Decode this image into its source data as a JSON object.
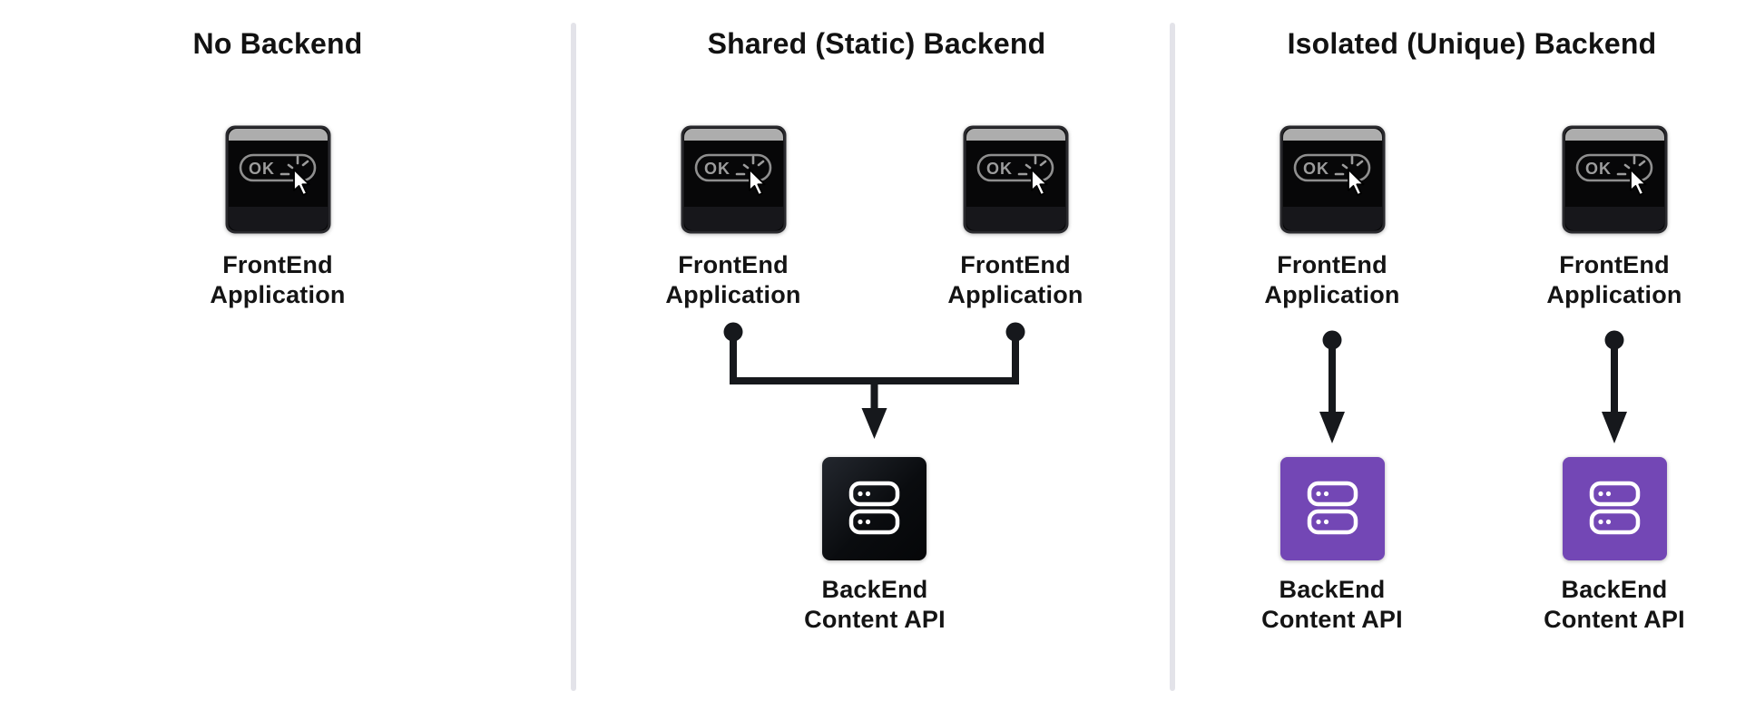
{
  "page": {
    "background": "#ffffff"
  },
  "frontend_button_label": "OK",
  "columns": [
    {
      "title": "No Backend",
      "frontends": [
        {
          "lines": [
            "FrontEnd",
            "Application"
          ]
        }
      ],
      "backends": []
    },
    {
      "title": "Shared (Static) Backend",
      "frontends": [
        {
          "lines": [
            "FrontEnd",
            "Application"
          ]
        },
        {
          "lines": [
            "FrontEnd",
            "Application"
          ]
        }
      ],
      "backends": [
        {
          "lines": [
            "BackEnd",
            "Content API"
          ],
          "color": "#0B0E11"
        }
      ]
    },
    {
      "title": "Isolated (Unique) Backend",
      "frontends": [
        {
          "lines": [
            "FrontEnd",
            "Application"
          ]
        },
        {
          "lines": [
            "FrontEnd",
            "Application"
          ]
        }
      ],
      "backends": [
        {
          "lines": [
            "BackEnd",
            "Content API"
          ],
          "color": "#7347B5"
        },
        {
          "lines": [
            "BackEnd",
            "Content API"
          ],
          "color": "#7347B5"
        }
      ]
    }
  ],
  "icons": {
    "frontend": "browser-window-ok-button-click-icon",
    "backend": "server-stack-icon"
  },
  "colors": {
    "text": "#141414",
    "connector": "#16181C",
    "divider": "#E3E3E9",
    "browser_titlebar": "#ADADAD",
    "browser_body": "#070708",
    "backend_dark": "#0B0E11",
    "backend_purple": "#7347B5"
  }
}
